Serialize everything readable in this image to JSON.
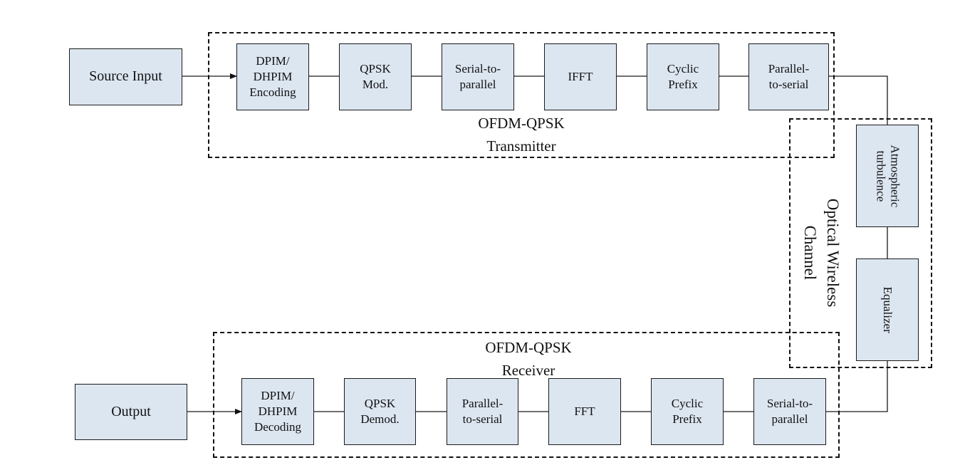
{
  "transmitter": {
    "source": "Source Input",
    "blocks": [
      "DPIM/\nDHPIM\nEncoding",
      "QPSK\nMod.",
      "Serial-to-\nparallel",
      "IFFT",
      "Cyclic\nPrefix",
      "Parallel-\nto-serial"
    ],
    "group_label": "OFDM-QPSK\nTransmitter"
  },
  "channel": {
    "turbulence": "Atmospheric\nturbulence",
    "equalizer": "Equalizer",
    "group_label": "Optical Wireless\nChannel"
  },
  "receiver": {
    "output": "Output",
    "blocks": [
      "DPIM/\nDHPIM\nDecoding",
      "QPSK\nDemod.",
      "Parallel-\nto-serial",
      "FFT",
      "Cyclic\nPrefix",
      "Serial-to-\nparallel"
    ],
    "group_label": "OFDM-QPSK\nReceiver"
  },
  "colors": {
    "block_fill": "#dce6f1",
    "line": "#1a1a1a"
  }
}
